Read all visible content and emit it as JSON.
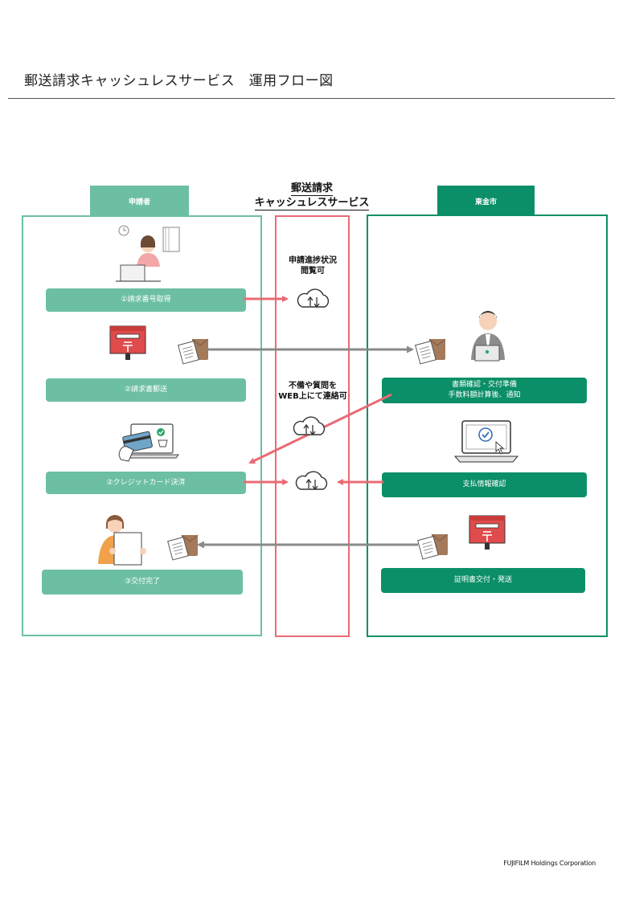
{
  "title": "郵送請求キャッシュレスサービス　運用フロー図",
  "columns": {
    "left_header": "申請者",
    "mid_header_line1": "郵送請求",
    "mid_header_line2": "キャッシュレスサービス",
    "right_header": "東金市"
  },
  "left_steps": {
    "s1": "①請求番号取得",
    "s2": "②請求書郵送",
    "s3": "②クレジットカード決済",
    "s4": "③交付完了"
  },
  "right_steps": {
    "s1_line1": "書類確認・交付準備",
    "s1_line2": "手数料額計算後、通知",
    "s2": "支払情報確認",
    "s3": "証明書交付・発送"
  },
  "middle_notes": {
    "n1_line1": "申請進捗状況",
    "n1_line2": "閲覧可",
    "n2_line1": "不備や質問を",
    "n2_line2": "WEB上にて連絡可"
  },
  "colors": {
    "light_green": "#6cbfa3",
    "dark_green": "#0b8f68",
    "pink": "#e96b75",
    "gray_arrow": "#8a8a8a"
  },
  "icons": [
    "woman-laptop-icon",
    "mailbox-icon",
    "document-envelope-icon",
    "office-worker-icon",
    "credit-card-laptop-icon",
    "cloud-sync-icon",
    "laptop-check-icon",
    "woman-document-icon"
  ],
  "footer": "FUJIFILM Holdings Corporation"
}
